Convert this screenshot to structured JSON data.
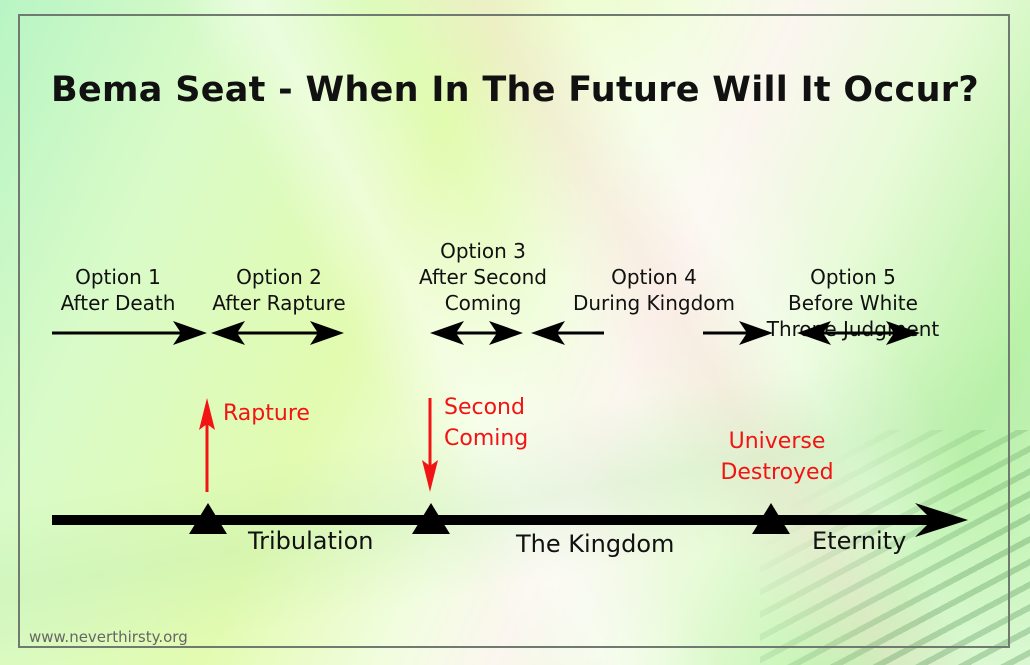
{
  "title": "Bema Seat - When In The Future Will It Occur?",
  "options": [
    {
      "label": "Option 1",
      "desc": [
        "After Death"
      ]
    },
    {
      "label": "Option 2",
      "desc": [
        "After Rapture"
      ]
    },
    {
      "label": "Option 3",
      "desc": [
        "After Second",
        "Coming"
      ]
    },
    {
      "label": "Option 4",
      "desc": [
        "During Kingdom"
      ]
    },
    {
      "label": "Option 5",
      "desc": [
        "Before White",
        "Throne Judgment"
      ]
    }
  ],
  "events": {
    "rapture": "Rapture",
    "second_coming": [
      "Second",
      "Coming"
    ],
    "universe_destroyed": [
      "Universe",
      "Destroyed"
    ]
  },
  "periods": {
    "tribulation": "Tribulation",
    "kingdom": "The Kingdom",
    "eternity": "Eternity"
  },
  "footer": "www.neverthirsty.org",
  "colors": {
    "event_red": "#f21414",
    "axis": "#000000"
  }
}
